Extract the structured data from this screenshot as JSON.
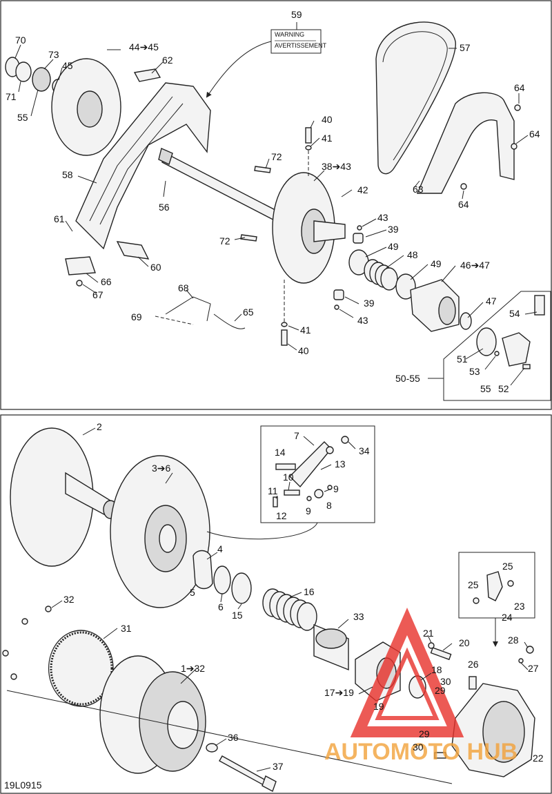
{
  "drawing_code": "19L0915",
  "watermark": {
    "text": "AUTOMOTO HUB",
    "color": "#e8312b",
    "accent": "#f2a23a"
  },
  "warning_label": {
    "title": "WARNING",
    "subtitle": "AVERTISSEMENT"
  },
  "labels": {
    "p59": "59",
    "p70": "70",
    "p73": "73",
    "p44": "44➔45",
    "p62": "62",
    "p45": "45",
    "p71": "71",
    "p55a": "55",
    "p58": "58",
    "p56": "56",
    "p61": "61",
    "p60": "60",
    "p66": "66",
    "p67": "67",
    "p68": "68",
    "p69": "69",
    "p65": "65",
    "p72a": "72",
    "p72b": "72",
    "p40a": "40",
    "p41a": "41",
    "p38": "38➔43",
    "p42": "42",
    "p43a": "43",
    "p39a": "39",
    "p49a": "49",
    "p48": "48",
    "p49b": "49",
    "p46": "46➔47",
    "p39b": "39",
    "p43b": "43",
    "p41b": "41",
    "p40b": "40",
    "p47": "47",
    "p54": "54",
    "p51": "51",
    "p53": "53",
    "p55b": "55",
    "p52": "52",
    "p50": "50-55",
    "p57": "57",
    "p64a": "64",
    "p64b": "64",
    "p63": "63",
    "p64c": "64",
    "p2": "2",
    "p3": "3➔6",
    "p4": "4",
    "p5": "5",
    "p6": "6",
    "p15": "15",
    "p16": "16",
    "p33": "33",
    "p7": "7",
    "p34": "34",
    "p14": "14",
    "p13": "13",
    "p10": "10",
    "p9a": "9",
    "p11": "11",
    "p9b": "9",
    "p8": "8",
    "p12": "12",
    "p32": "32",
    "p31": "31",
    "p1": "1➔32",
    "p36": "36",
    "p37": "37",
    "p21": "21",
    "p20": "20",
    "p17": "17➔19",
    "p18": "18",
    "p19": "19",
    "p29a": "29",
    "p30a": "30",
    "p26": "26",
    "p29b": "29",
    "p30b": "30",
    "p22": "22",
    "p25a": "25",
    "p25b": "25",
    "p23": "23",
    "p24": "24",
    "p28": "28",
    "p27": "27"
  }
}
